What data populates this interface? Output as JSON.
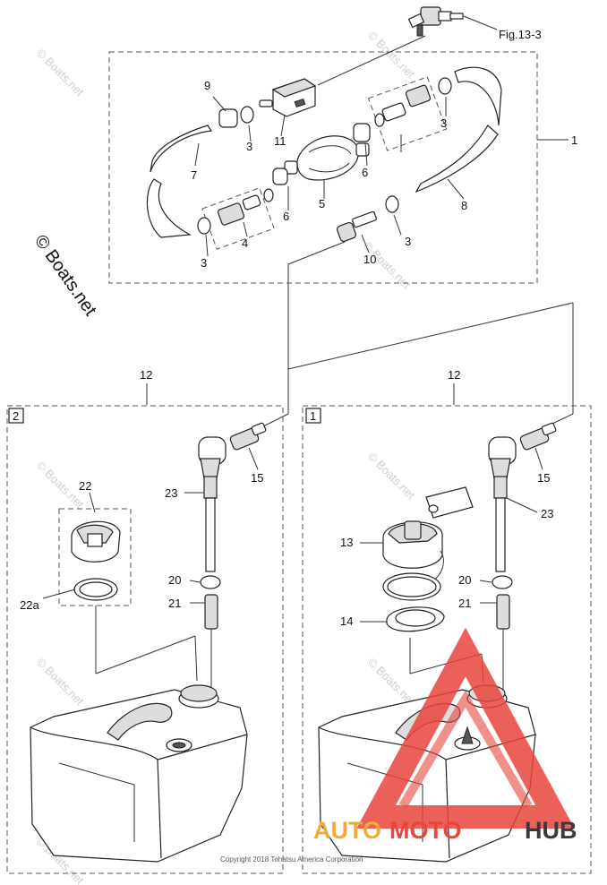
{
  "figure_ref": "Fig.13-3",
  "watermark": "© Boats.net",
  "watermark_faint": "© Boats.net",
  "copyright": "Copyright 2018 Tohatsu America Corporation",
  "brand": {
    "part1": "AUTO",
    "part2": "MOTO",
    "part3": "HUB",
    "color_primary": "#e8453c",
    "color_secondary": "#f2a93b",
    "color_dark": "#3a3a3a"
  },
  "callouts": {
    "n1": "1",
    "n3a": "3",
    "n3b": "3",
    "n3c": "3",
    "n3d": "3",
    "n4": "4",
    "n5": "5",
    "n6a": "6",
    "n6b": "6",
    "n7": "7",
    "n8": "8",
    "n9": "9",
    "n10": "10",
    "n11": "11",
    "n12a": "12",
    "n12b": "12",
    "n13": "13",
    "n14": "14",
    "n15a": "15",
    "n15b": "15",
    "n20a": "20",
    "n20b": "20",
    "n21a": "21",
    "n21b": "21",
    "n22": "22",
    "n22a": "22a",
    "n23a": "23",
    "n23b": "23"
  },
  "panels": {
    "left_index": "2",
    "right_index": "1"
  }
}
